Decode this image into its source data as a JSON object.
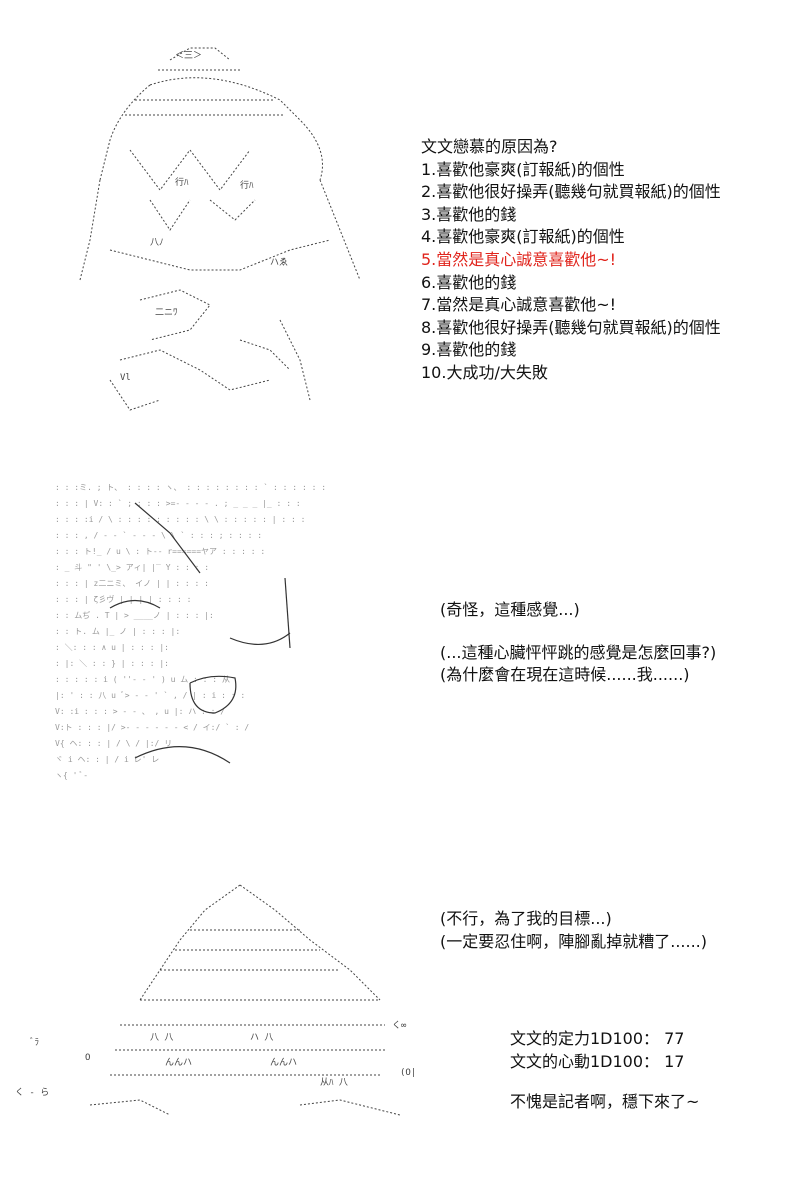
{
  "panel1": {
    "heading": "文文戀慕的原因為?",
    "options": [
      {
        "text": "1.喜歡他豪爽(訂報紙)的個性",
        "highlight": false
      },
      {
        "text": "2.喜歡他很好操弄(聽幾句就買報紙)的個性",
        "highlight": false
      },
      {
        "text": "3.喜歡他的錢",
        "highlight": false
      },
      {
        "text": "4.喜歡他豪爽(訂報紙)的個性",
        "highlight": false
      },
      {
        "text": "5.當然是真心誠意喜歡他~!",
        "highlight": true
      },
      {
        "text": "6.喜歡他的錢",
        "highlight": false
      },
      {
        "text": "7.當然是真心誠意喜歡他~!",
        "highlight": false
      },
      {
        "text": "8.喜歡他很好操弄(聽幾句就買報紙)的個性",
        "highlight": false
      },
      {
        "text": "9.喜歡他的錢",
        "highlight": false
      },
      {
        "text": "10.大成功/大失敗",
        "highlight": false
      }
    ]
  },
  "panel2": {
    "line1": "(奇怪，這種感覺...)",
    "line2": "(...這種心臟怦怦跳的感覺是怎麼回事?)",
    "line3": "(為什麼會在現在這時候......我......)"
  },
  "panel3": {
    "line1": "(不行，為了我的目標...)",
    "line2": "(一定要忍住啊，陣腳亂掉就糟了......)",
    "roll1": "文文的定力1D100： 77",
    "roll2": "文文的心動1D100： 17",
    "ending": "不愧是記者啊，穩下來了~"
  },
  "colors": {
    "text": "#111111",
    "highlight": "#e0241c",
    "art": "#444444"
  }
}
